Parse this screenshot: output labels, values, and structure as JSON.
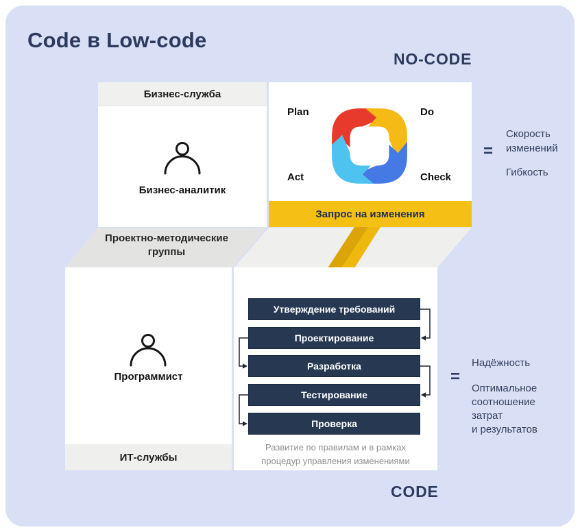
{
  "page": {
    "title": "Code в Low-code"
  },
  "headings": {
    "no_code": "NO-CODE",
    "code": "CODE"
  },
  "business_panel": {
    "header": "Бизнес-служба",
    "role": "Бизнес-аналитик"
  },
  "pdca": {
    "plan": "Plan",
    "do": "Do",
    "act": "Act",
    "check": "Check"
  },
  "banner": {
    "label": "Запрос на изменения"
  },
  "method_band": {
    "line1": "Проектно-методические",
    "line2": "группы"
  },
  "it_panel": {
    "role": "Программист",
    "footer": "ИТ-службы"
  },
  "flow": {
    "boxes": [
      "Утверждение требований",
      "Проектирование",
      "Разработка",
      "Тестирование",
      "Проверка"
    ],
    "caption_line1": "Развитие по правилам и в рамках",
    "caption_line2": "процедур управления изменениями"
  },
  "no_code_outcome": {
    "equals": "=",
    "line1": "Скорость",
    "line2": "изменений",
    "line3": "Гибкость"
  },
  "code_outcome": {
    "equals": "=",
    "line1": "Надёжность",
    "line2": "Оптимальное",
    "line3": "соотношение",
    "line4": "затрат",
    "line5": "и результатов"
  },
  "colors": {
    "card_background": "#d9e0f6",
    "navy_text": "#2b3a5e",
    "flow_box_navy": "#263852",
    "banner_yellow": "#f3c013",
    "arrow_yellow": "#eeb80d",
    "arrow_yellow_dark": "#dba50a",
    "band_gray_left": "#e3e3e1",
    "band_gray_right": "#efefed",
    "panel_header_gray": "#f0f0ee",
    "pdca_red": "#e73a2c",
    "pdca_yellow": "#f5ba15",
    "pdca_blue": "#4579e4",
    "pdca_cyan": "#4ec3f0",
    "connector_line": "#1b2433"
  }
}
